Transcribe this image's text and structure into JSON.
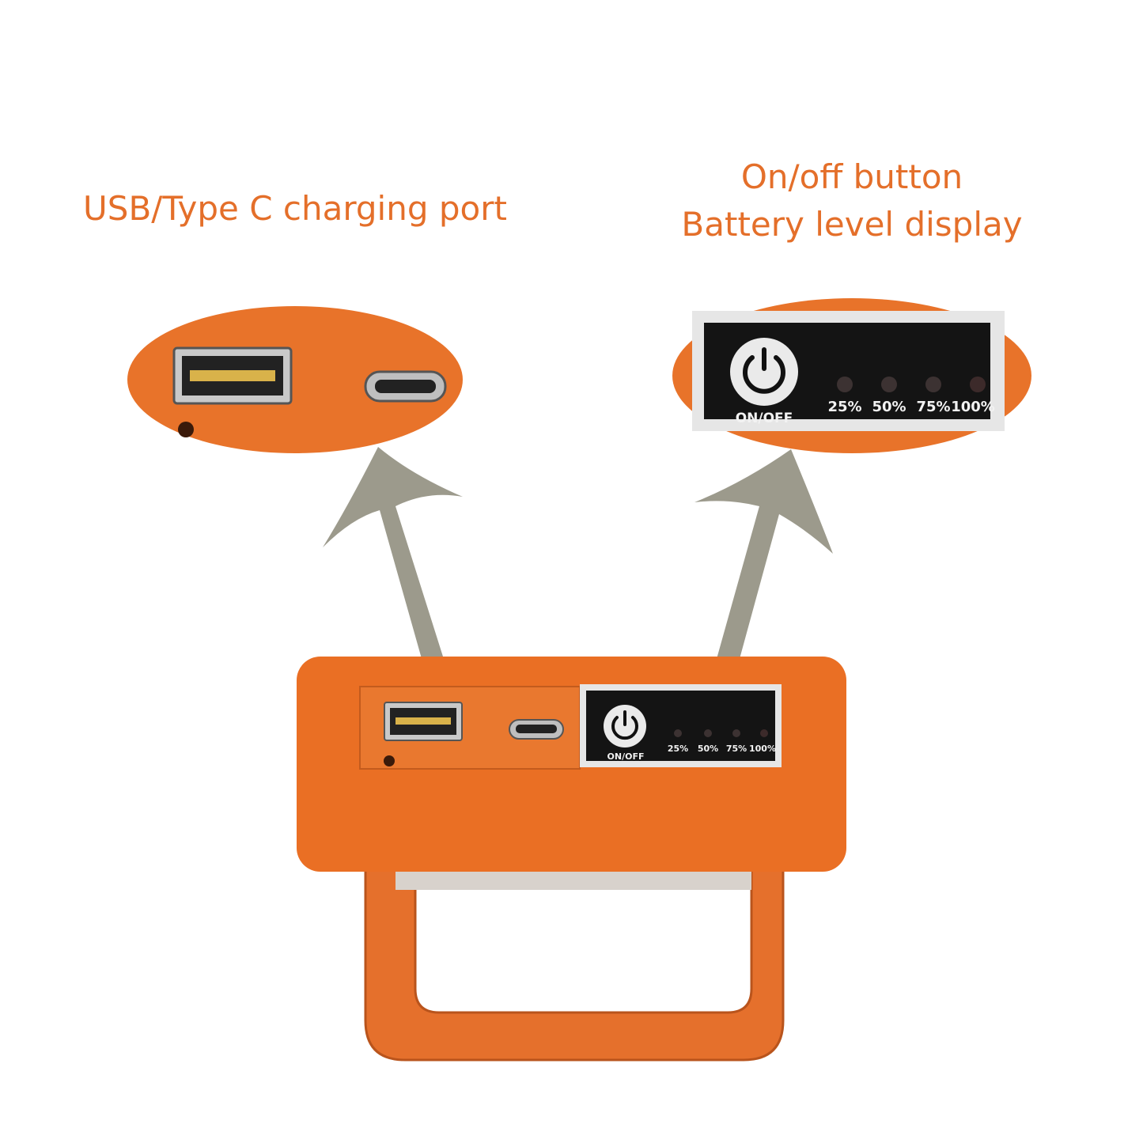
{
  "captions": {
    "left": "USB/Type C charging port",
    "right_line1": "On/off button",
    "right_line2": "Battery level display"
  },
  "panel": {
    "power_label": "ON/OFF",
    "levels": [
      "25%",
      "50%",
      "75%",
      "100%"
    ]
  },
  "icons": [
    "usb-a-port-icon",
    "usb-c-port-icon",
    "power-icon",
    "led-indicator-icon",
    "arrow-icon"
  ],
  "colors": {
    "accent": "#e46f2a",
    "body": "#ea6f24",
    "arrow": "#9c9a8c",
    "panel": "#111111"
  }
}
